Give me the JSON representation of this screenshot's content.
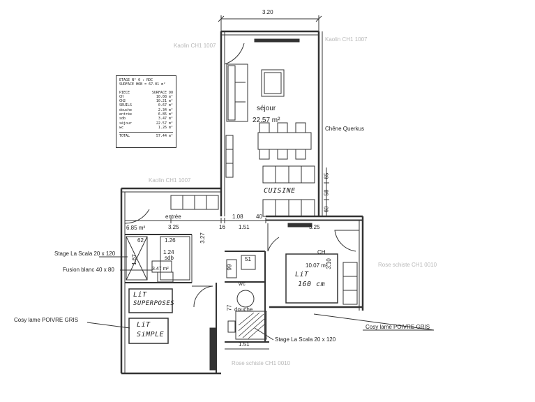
{
  "dimensions": {
    "top_width": "3.20",
    "d_108": "1.08",
    "d_40": "40",
    "d_325_left": "3.25",
    "d_16": "16",
    "d_151_top": "1.51",
    "d_325_right": "3.25",
    "d_327": "3.27",
    "d_65": "65",
    "d_58": "58",
    "d_60": "60",
    "d_62": "62",
    "d_126": "1.26",
    "d_167": "1.67",
    "d_124": "1.24",
    "d_99": "99",
    "d_51": "51",
    "d_310": "3.10",
    "d_77": "77",
    "d_151_bottom": "1.51"
  },
  "rooms": {
    "sejour_name": "séjour",
    "sejour_area": "22.57 m²",
    "cuisine": "CUISINE",
    "entree_name": "entrée",
    "entree_area": "6.85 m²",
    "sdb": "sdb",
    "sdb_area": "3.47 m²",
    "ch_name": "CH",
    "ch_area": "10.07 m²",
    "wc": "wc",
    "douche": "douche",
    "lit_160_line1": "LiT",
    "lit_160_line2": "160 cm",
    "lit_superposes_line1": "LiT",
    "lit_superposes_line2": "SUPERPOSES",
    "lit_simple_line1": "LiT",
    "lit_simple_line2": "SiMPLE"
  },
  "materials": {
    "kaolin_1": "Kaolin CH1 1007",
    "kaolin_2": "Kaolin CH1 1007",
    "kaolin_3": "Kaolin CH1 1007",
    "chene": "Chêne Querkus",
    "rose_right": "Rose schiste CH1 0010",
    "rose_bottom": "Rose schiste CH1 0010"
  },
  "annotations": {
    "stage_left": "Stage La Scala 20 x 120",
    "fusion": "Fusion blanc 40 x 80",
    "cosy_left": "Cosy lame  POIVRE GRIS",
    "cosy_right": "Cosy lame POIVRE GRIS",
    "stage_bottom": "Stage La Scala 20 x 120"
  },
  "legend": {
    "line1": "ETAGE N° 0 : RDC",
    "line2": "SURFACE HOB = 67.01 m²",
    "col_piece": "PIECE",
    "col_surface": "SURFACE DO",
    "rows": [
      {
        "piece": "CH",
        "surface": "10.08 m²"
      },
      {
        "piece": "CH2",
        "surface": "10.21 m²"
      },
      {
        "piece": "SEUILS",
        "surface": "0.67 m²"
      },
      {
        "piece": "douche",
        "surface": "2.34 m²"
      },
      {
        "piece": "entrée",
        "surface": "6.85 m²"
      },
      {
        "piece": "sdb",
        "surface": "3.47 m²"
      },
      {
        "piece": "séjour",
        "surface": "22.57 m²"
      },
      {
        "piece": "wc",
        "surface": "1.26 m²"
      }
    ],
    "total_label": "TOTAL",
    "total_value": "57.44 m²"
  }
}
